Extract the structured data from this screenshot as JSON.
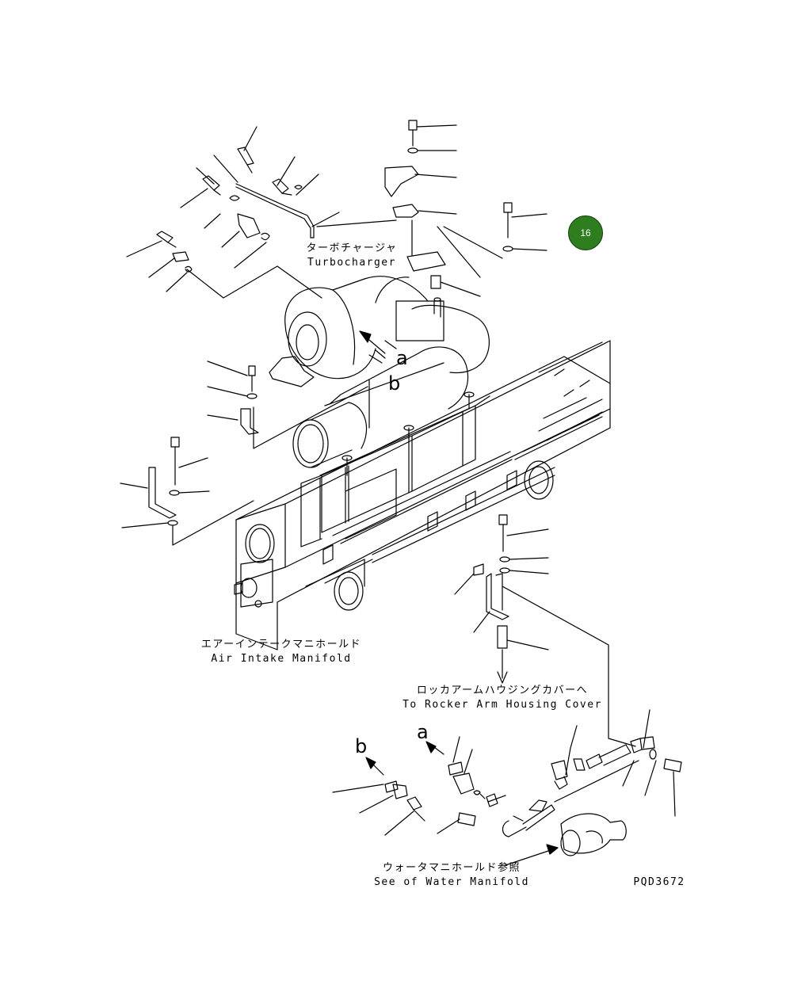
{
  "badge": {
    "number": "16",
    "color": "#2e7d1e"
  },
  "labels": {
    "turbocharger_jp": "ターボチャージャ",
    "turbocharger_en": "Turbocharger",
    "air_intake_jp": "エアーインテークマニホールド",
    "air_intake_en": "Air Intake Manifold",
    "rocker_jp": "ロッカアームハウジングカバーへ",
    "rocker_en": "To Rocker Arm Housing Cover",
    "water_jp": "ウォータマニホールド参照",
    "water_en": "See of Water Manifold",
    "drawing_code": "PQD3672"
  },
  "view_markers": {
    "a": "a",
    "b": "b"
  }
}
